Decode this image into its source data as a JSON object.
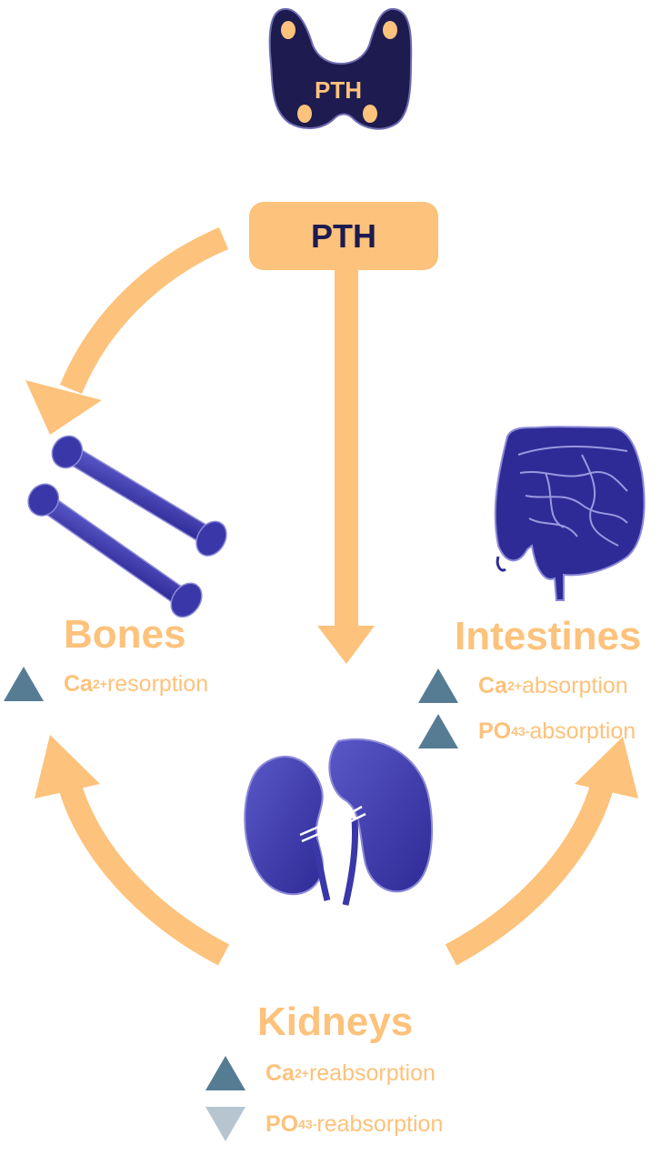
{
  "colors": {
    "arrow": "#FDC27B",
    "text_label": "#FDC27B",
    "gland": "#1D1B4F",
    "organ": "#3A37A8",
    "up_triangle": "#567C93",
    "down_triangle": "#B7C5D1"
  },
  "gland": {
    "label": "PTH",
    "icon": "parathyroid-gland-icon"
  },
  "hormone_box": {
    "label": "PTH"
  },
  "bones": {
    "title": "Bones",
    "icon": "bones-icon",
    "effects": [
      {
        "direction": "up",
        "main": "Ca",
        "sup": "2+",
        "text": " resorption"
      }
    ]
  },
  "intestines": {
    "title": "Intestines",
    "icon": "intestines-icon",
    "effects": [
      {
        "direction": "up",
        "main": "Ca",
        "sup": "2+",
        "text": " absorption"
      },
      {
        "direction": "up",
        "main": "PO",
        "sub": "4",
        "sup": "3-",
        "text": " absorption"
      }
    ]
  },
  "kidneys": {
    "title": "Kidneys",
    "icon": "kidneys-icon",
    "effects": [
      {
        "direction": "up",
        "main": "Ca",
        "sup": "2+",
        "text": " reabsorption"
      },
      {
        "direction": "down",
        "main": "PO",
        "sub": "4",
        "sup": "3-",
        "text": " reabsorption"
      }
    ]
  }
}
